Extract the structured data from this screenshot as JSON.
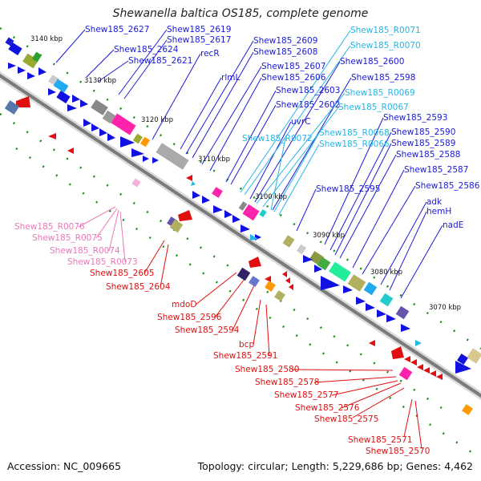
{
  "title": "Shewanella baltica OS185, complete genome",
  "accession": "Accession: NC_009665",
  "summary": "Topology: circular; Length: 5,229,686 bp; Genes: 4,462",
  "colors": {
    "blue_label": "#1a1ad9",
    "cyan_label": "#25b5e6",
    "pink_label": "#e879b8",
    "red_label": "#e01010",
    "backbone": "#8a8a8a",
    "dots": "#1a8c1a"
  },
  "ticks": [
    {
      "text": "3140 kbp"
    },
    {
      "text": "3130 kbp"
    },
    {
      "text": "3120 kbp"
    },
    {
      "text": "3110 kbp"
    },
    {
      "text": "3100 kbp"
    },
    {
      "text": "3090 kbp"
    },
    {
      "text": "3080 kbp"
    },
    {
      "text": "3070 kbp"
    }
  ],
  "labels": {
    "blue": [
      "Shew185_2627",
      "Shew185_2619",
      "Shew185_2617",
      "Shew185_2624",
      "Shew185_2621",
      "recR",
      "Shew185_2609",
      "Shew185_2608",
      "rlmL",
      "Shew185_2607",
      "Shew185_2606",
      "Shew185_2603",
      "Shew185_2602",
      "uvrC",
      "Shew185_2600",
      "Shew185_2598",
      "Shew185_2593",
      "Shew185_2590",
      "Shew185_2589",
      "Shew185_2588",
      "Shew185_2587",
      "Shew185_2595",
      "Shew185_2586",
      "adk",
      "hemH",
      "nadE"
    ],
    "cyan": [
      "Shew185_R0071",
      "Shew185_R0070",
      "Shew185_R0069",
      "Shew185_R0067",
      "Shew185_R0072",
      "Shew185_R0068",
      "Shew185_R0066"
    ],
    "pink": [
      "Shew185_R0076",
      "Shew185_R0075",
      "Shew185_R0074",
      "Shew185_R0073"
    ],
    "red": [
      "Shew185_2605",
      "Shew185_2604",
      "mdoD",
      "Shew185_2596",
      "Shew185_2594",
      "bcp",
      "Shew185_2591",
      "Shew185_2580",
      "Shew185_2578",
      "Shew185_2577",
      "Shew185_2576",
      "Shew185_2575",
      "Shew185_2571",
      "Shew185_2570"
    ]
  }
}
